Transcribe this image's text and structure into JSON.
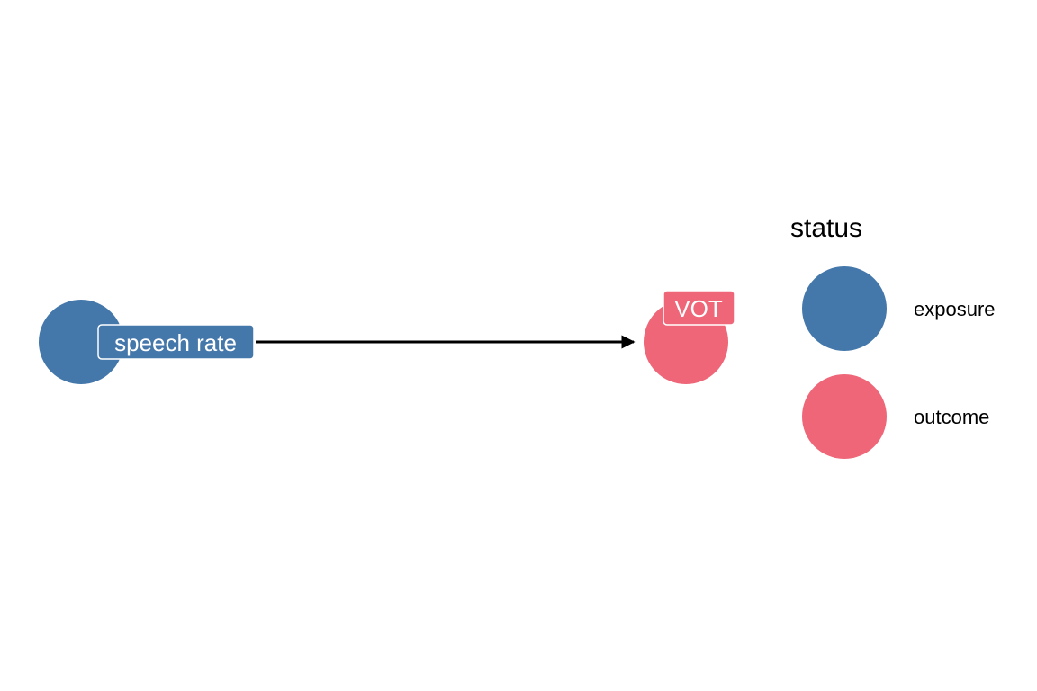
{
  "diagram": {
    "nodes": [
      {
        "id": "speech_rate",
        "label": "speech rate",
        "status": "exposure"
      },
      {
        "id": "vot",
        "label": "VOT",
        "status": "outcome"
      }
    ],
    "edges": [
      {
        "from": "speech_rate",
        "to": "vot"
      }
    ]
  },
  "legend": {
    "title": "status",
    "items": [
      {
        "label": "exposure",
        "color": "#4477AA"
      },
      {
        "label": "outcome",
        "color": "#EE6677"
      }
    ]
  },
  "colors": {
    "exposure": "#4477AA",
    "outcome": "#EE6677",
    "edge": "#000000"
  }
}
